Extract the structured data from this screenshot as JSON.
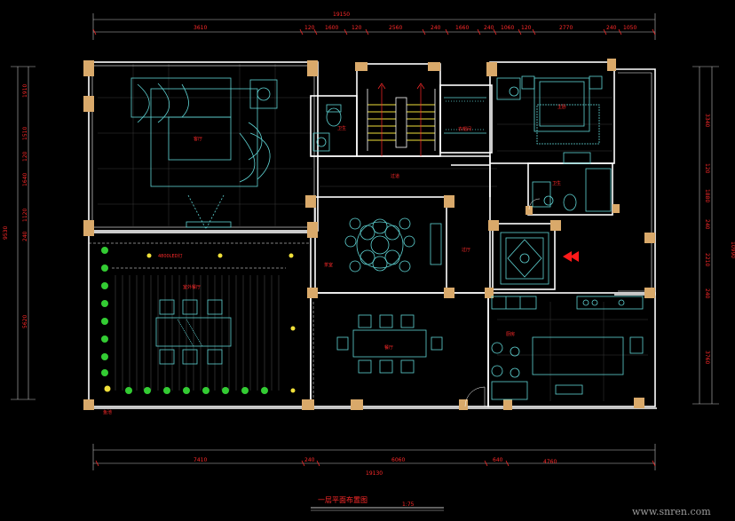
{
  "dimensions": {
    "top_total": "19150",
    "top_segments": [
      "3610",
      "120",
      "1600",
      "120",
      "2560",
      "240",
      "1660",
      "240",
      "1060",
      "120",
      "2770",
      "240",
      "1050"
    ],
    "bottom_total": "19130",
    "bottom_segments": [
      "7410",
      "240",
      "6060",
      "640",
      "4760"
    ],
    "left_total": "9530",
    "left_segments": [
      "1910",
      "1510",
      "120",
      "1640",
      "1120",
      "240",
      "5620"
    ],
    "right_total": "10990",
    "right_segments": [
      "3340",
      "120",
      "1880",
      "240",
      "2210",
      "240",
      "3760"
    ]
  },
  "rooms": {
    "living": "客厅",
    "bath1": "卫生",
    "corridor": "过道",
    "cloak": "衣帽间",
    "master": "主卧",
    "bath2": "卫生",
    "tea": "茶室",
    "hall": "过厅",
    "dining_ext": "室外餐厅",
    "dining": "餐厅",
    "kitchen": "厨房"
  },
  "labels": {
    "lamp_note": "4800LED灯",
    "pool_note": "鱼池",
    "title": "一层平面布置图",
    "scale": "1:75",
    "watermark": "www.snren.com"
  },
  "colors": {
    "wall": "#ffffff",
    "column": "#d9a96a",
    "furniture": "#5fd4d4",
    "dim_text": "#ff2a2a",
    "stair": "#f0e03a",
    "plant": "#33cc33",
    "arrow": "#ff1a1a"
  }
}
